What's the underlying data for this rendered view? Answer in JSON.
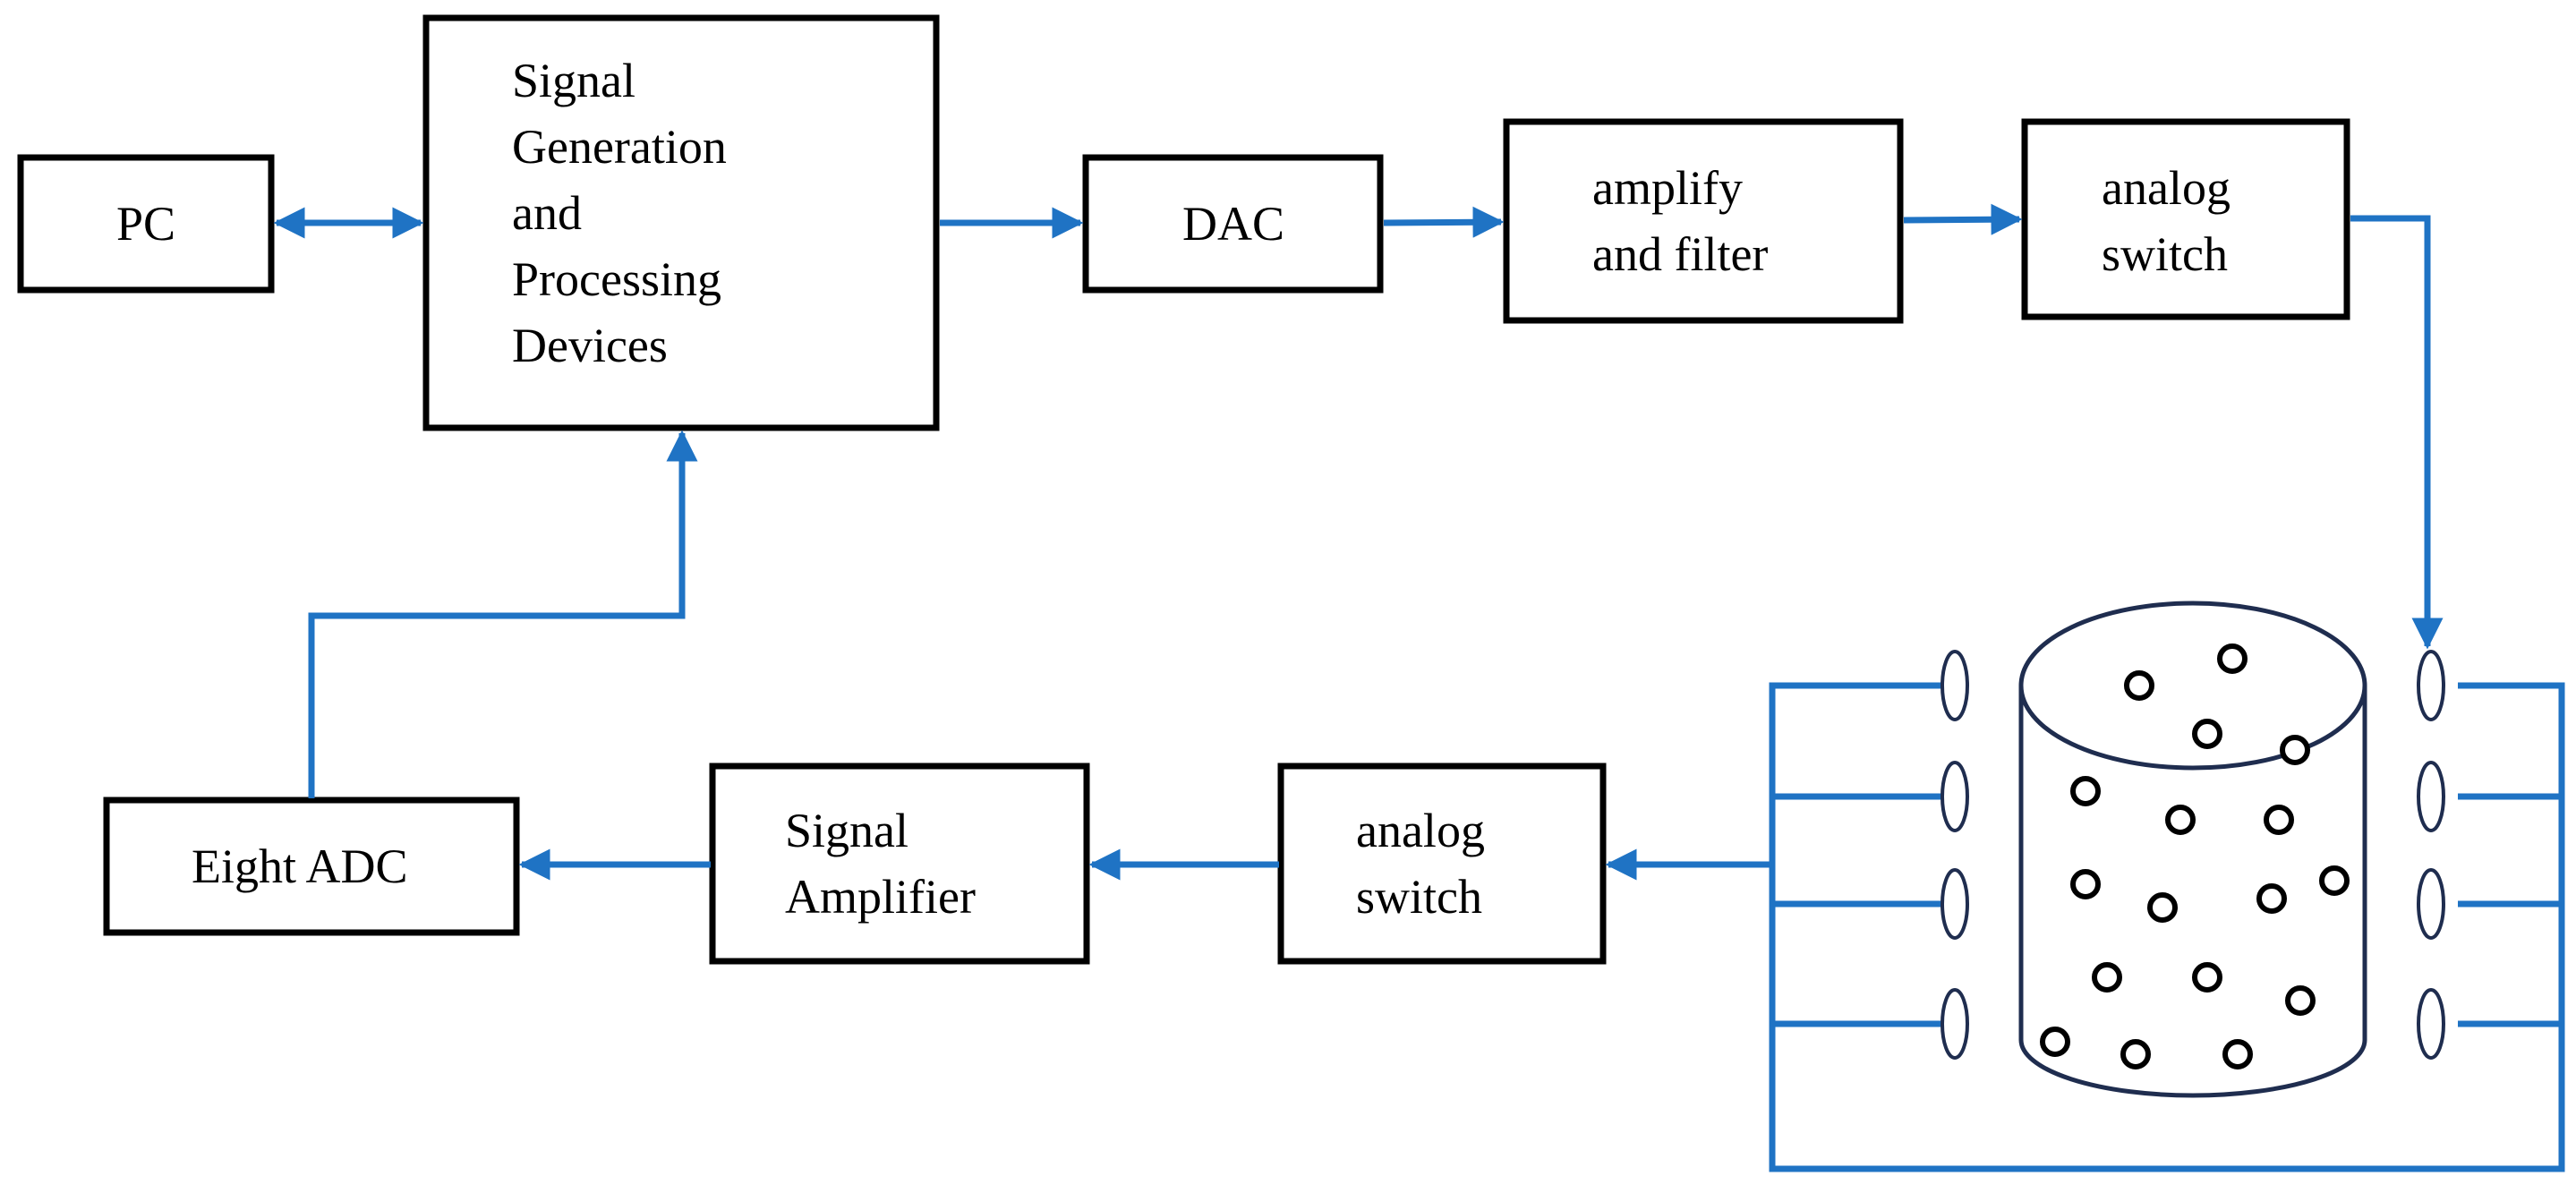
{
  "blocks": {
    "pc": {
      "lines": [
        "PC"
      ]
    },
    "sgpd": {
      "lines": [
        "Signal",
        "Generation",
        "and",
        "Processing",
        "Devices"
      ]
    },
    "dac": {
      "lines": [
        "DAC"
      ]
    },
    "amp_filter": {
      "lines": [
        "amplify",
        "and filter"
      ]
    },
    "switch_top": {
      "lines": [
        "analog",
        "switch"
      ]
    },
    "switch_bottom": {
      "lines": [
        "analog",
        "switch"
      ]
    },
    "signal_amp": {
      "lines": [
        "Signal",
        "Amplifier"
      ]
    },
    "eight_adc": {
      "lines": [
        "Eight ADC"
      ]
    }
  },
  "colors": {
    "connector": "#1f73c4",
    "box_border": "#000000",
    "tank_outline": "#1f2d4f"
  }
}
